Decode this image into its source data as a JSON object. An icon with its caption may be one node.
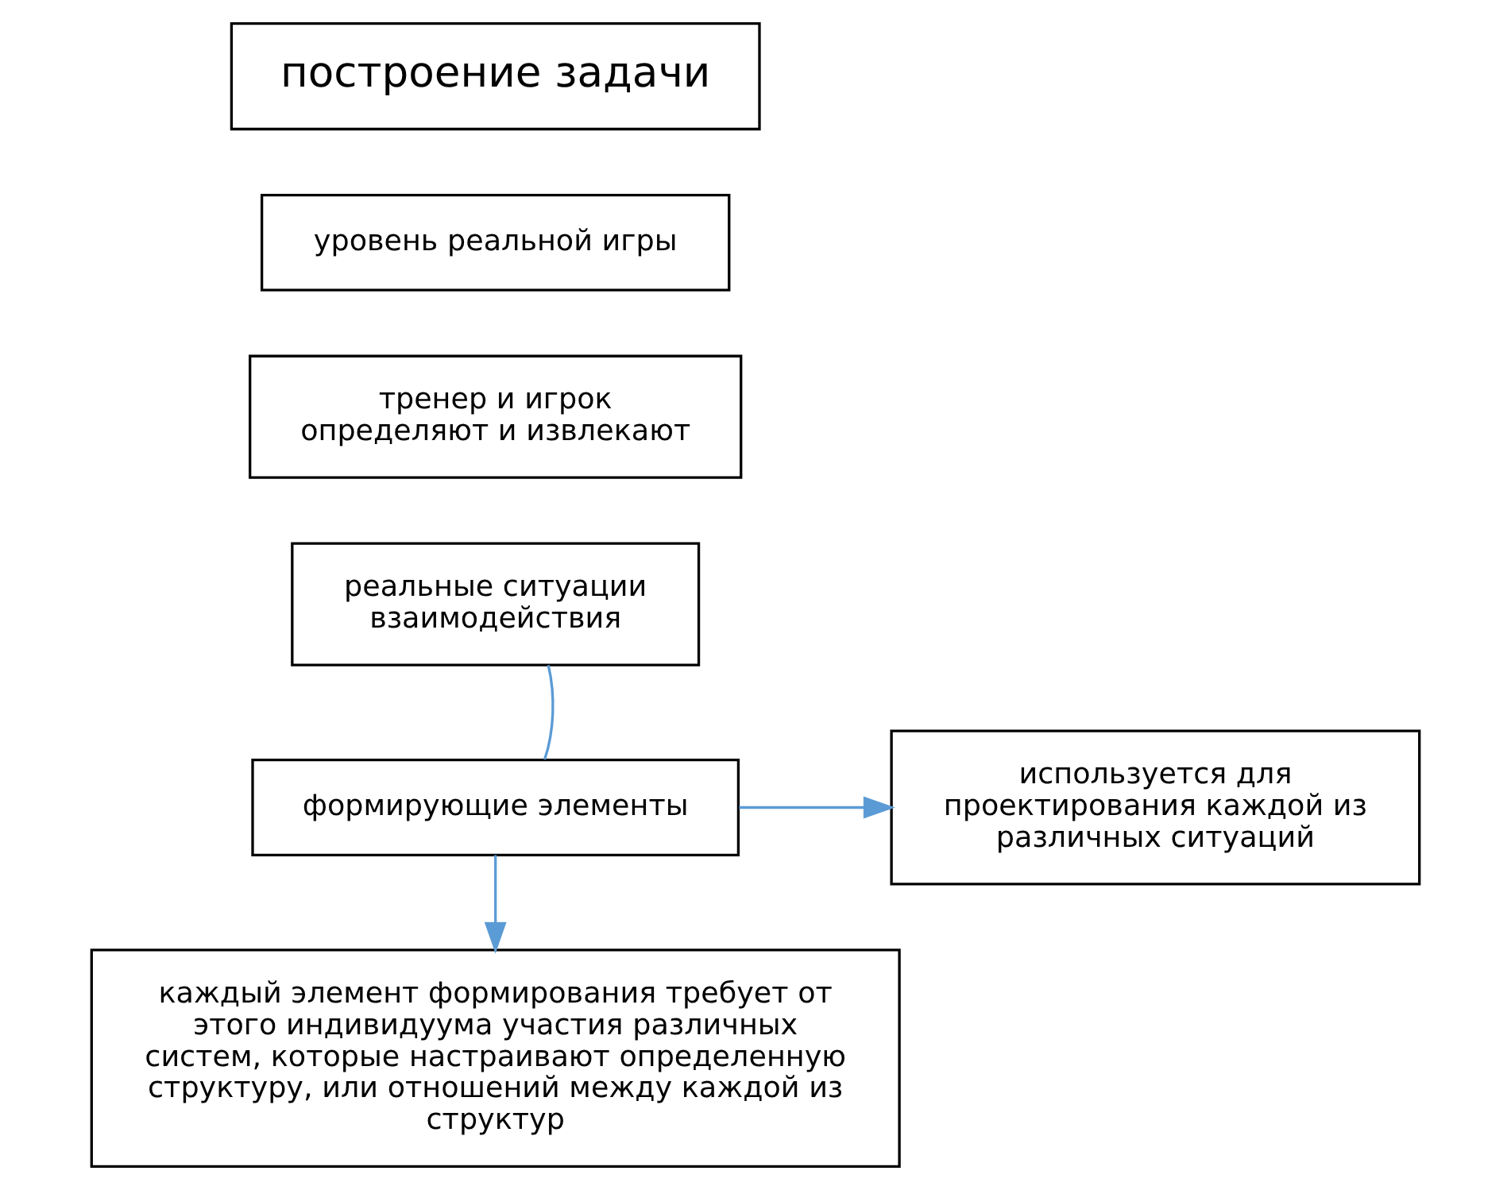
{
  "diagram": {
    "nodes": [
      {
        "text": [
          "построение задачи"
        ]
      },
      {
        "text": [
          "уровень реальной игры"
        ]
      },
      {
        "text": [
          "тренер и игрок определяют и извлекают"
        ]
      },
      {
        "text": [
          "реальные ситуации взаимодействия"
        ]
      },
      {
        "text": [
          "формирующие элементы"
        ]
      },
      {
        "text": [
          "используется для проектирования каждой из различных ситуаций"
        ]
      },
      {
        "text": [
          "каждый элемент формирования требует от этого индивидуума участия различных систем, которые настраивают определенную структуру, или отношений между каждой из структур"
        ]
      }
    ],
    "edges": [
      {
        "from": 3,
        "to": 4,
        "arrow": "none"
      },
      {
        "from": 4,
        "to": 5,
        "arrow": "to"
      },
      {
        "from": 4,
        "to": 6,
        "arrow": "to"
      }
    ]
  }
}
